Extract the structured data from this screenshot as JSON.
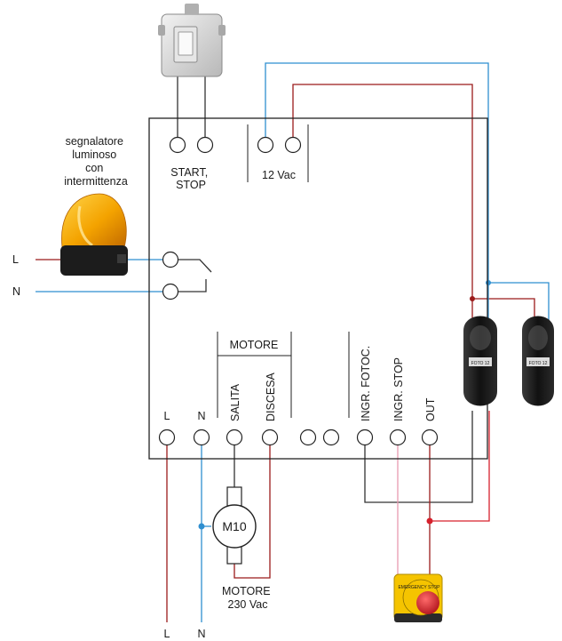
{
  "lamp": {
    "caption_lines": [
      "segnalatore",
      "luminoso",
      "con",
      "intermittenza"
    ]
  },
  "labels": {
    "start_stop_lines": [
      "START,",
      "STOP"
    ],
    "vac12": "12 Vac",
    "motore_header": "MOTORE",
    "salita": "SALITA",
    "discesa": "DISCESA",
    "ingr_fotoc": "INGR. FOTOC.",
    "ingr_stop": "INGR. STOP",
    "out": "OUT",
    "terminal_l": "L",
    "terminal_n": "N",
    "motor_symbol": "M10",
    "motor_caption_lines": [
      "MOTORE",
      "230 Vac"
    ],
    "mains_l_left": "L",
    "mains_n_left": "N",
    "mains_l_bottom": "L",
    "mains_n_bottom": "N",
    "photocell_model": "FOTO 12",
    "emergency_text": "EMERGENCY STOP"
  },
  "colors": {
    "wire_blue": "#2f8fd0",
    "wire_red": "#9b1b1b",
    "wire_pink": "#e79ab0",
    "wire_black": "#333333",
    "junction_red": "#d6202c",
    "lamp_amber": "#f4a300",
    "button_yellow": "#f5c400",
    "button_red": "#d3202a"
  }
}
